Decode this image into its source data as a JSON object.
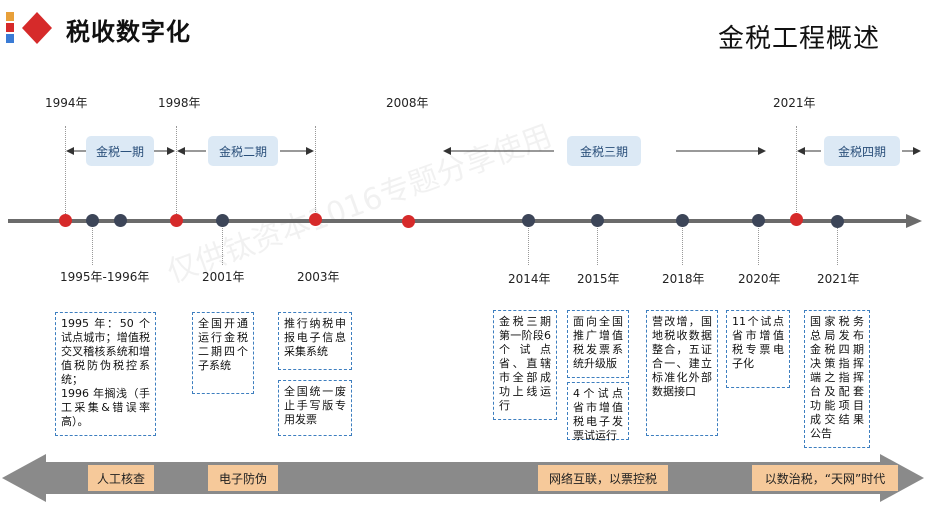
{
  "header": {
    "brand": "税收数字化",
    "title": "金税工程概述"
  },
  "watermark": "仅供钛资本1016专题分享使用",
  "colors": {
    "accent_red": "#d62a2a",
    "node_navy": "#3c4558",
    "phase_bg": "#dce9f5",
    "era_bg": "#f6c99a",
    "box_border": "#3d7ebf"
  },
  "years_top": [
    "1994年",
    "1998年",
    "2008年",
    "2021年"
  ],
  "phases": [
    "金税一期",
    "金税二期",
    "金税三期",
    "金税四期"
  ],
  "years_bottom": [
    "1995年-1996年",
    "2001年",
    "2003年",
    "2014年",
    "2015年",
    "2018年",
    "2020年",
    "2021年"
  ],
  "events": [
    "1995 年：50 个试点城市；增值税交叉稽核系统和增值税防伪税控系统；\n1996 年搁浅（手工采集&错误率高）。",
    "全国开通运行金税二期四个子系统",
    "推行纳税申报电子信息采集系统",
    "全国统一废止手写版专用发票",
    "金税三期第一阶段6个试点省、直辖市全部成功上线运行",
    "面向全国推广增值税发票系统升级版",
    "4个试点省市增值税电子发票试运行",
    "营改增，国地税收数据整合，五证合一、建立标准化外部数据接口",
    "11个试点省市增值税专票电子化",
    "国家税务总局发布金税四期决策指挥端之指挥台及配套功能项目成交结果公告"
  ],
  "eras": [
    "人工核查",
    "电子防伪",
    "网络互联，以票控税",
    "以数治税，“天网”时代"
  ]
}
